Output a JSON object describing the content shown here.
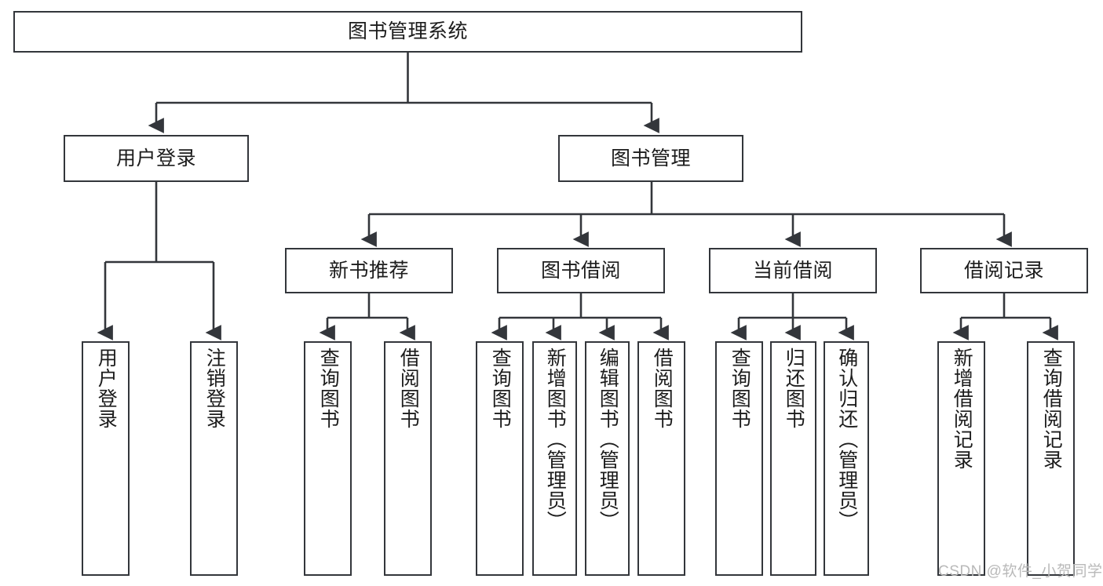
{
  "diagram": {
    "type": "tree-hierarchy",
    "title": "图书管理系统",
    "watermark": "CSDN @软件_小贺同学",
    "colors": {
      "box_border": "#33363b",
      "connector": "#33363b",
      "background": "#ffffff",
      "text": "#1c1c1c",
      "watermark": "#b9b9b9"
    },
    "levels": {
      "root": {
        "label": "图书管理系统"
      },
      "level2": [
        {
          "id": "user-login",
          "label": "用户登录"
        },
        {
          "id": "book-management",
          "label": "图书管理"
        }
      ],
      "level3": [
        {
          "id": "new-book-recommend",
          "label": "新书推荐"
        },
        {
          "id": "book-borrow",
          "label": "图书借阅"
        },
        {
          "id": "current-borrow",
          "label": "当前借阅"
        },
        {
          "id": "borrow-record",
          "label": "借阅记录"
        }
      ],
      "leaves": {
        "user_login": [
          {
            "id": "leaf-user-login",
            "label": "用户登录"
          },
          {
            "id": "leaf-logout-login",
            "label": "注销登录"
          }
        ],
        "new_book_recommend": [
          {
            "id": "leaf-query-book-1",
            "label": "查询图书"
          },
          {
            "id": "leaf-borrow-book-1",
            "label": "借阅图书"
          }
        ],
        "book_borrow": [
          {
            "id": "leaf-query-book-2",
            "label": "查询图书"
          },
          {
            "id": "leaf-add-book",
            "label": "新增图书（管理员）"
          },
          {
            "id": "leaf-edit-book",
            "label": "编辑图书（管理员）"
          },
          {
            "id": "leaf-borrow-book-2",
            "label": "借阅图书"
          }
        ],
        "current_borrow": [
          {
            "id": "leaf-query-book-3",
            "label": "查询图书"
          },
          {
            "id": "leaf-return-book",
            "label": "归还图书"
          },
          {
            "id": "leaf-confirm-return",
            "label": "确认归还（管理员）"
          }
        ],
        "borrow_record": [
          {
            "id": "leaf-add-record",
            "label": "新增借阅记录"
          },
          {
            "id": "leaf-query-record",
            "label": "查询借阅记录"
          }
        ]
      }
    }
  }
}
